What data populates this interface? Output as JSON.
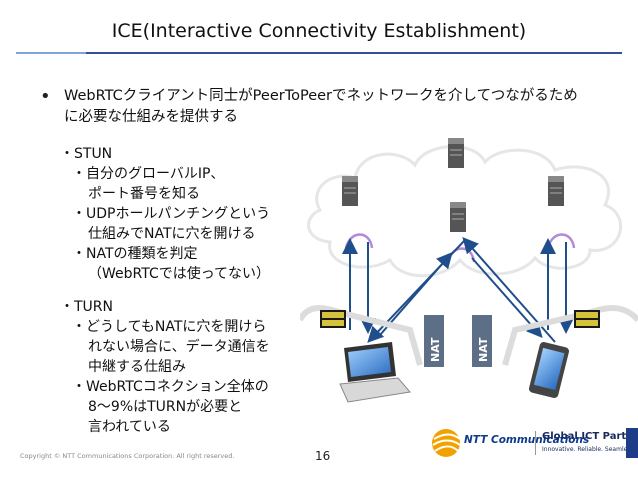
{
  "title": "ICE(Interactive Connectivity Establishment)",
  "intro": "WebRTCクライアント同士がPeerToPeerでネットワークを介してつながるために必要な仕組みを提供する",
  "lines": {
    "stun_heading": "・STUN",
    "stun_1a": "・自分のグローバルIP、",
    "stun_1b": "ポート番号を知る",
    "stun_2a": "・UDPホールパンチングという",
    "stun_2b": "仕組みでNATに穴を開ける",
    "stun_3": "・NATの種類を判定",
    "stun_3note": "（WebRTCでは使ってない）",
    "turn_heading": "・TURN",
    "turn_1a": "・どうしてもNATに穴を開けら",
    "turn_1b": "れない場合に、データ通信を",
    "turn_1c": "中継する仕組み",
    "turn_2a": "・WebRTCコネクション全体の",
    "turn_2b": "8～9%はTURNが必要と",
    "turn_2c": "言われている"
  },
  "diagram": {
    "nat_label_1": "NAT",
    "nat_label_2": "NAT"
  },
  "footer": {
    "copyright": "Copyright © NTT Communications Corporation. All right reserved.",
    "page": "16",
    "logo_company": "NTT Communications",
    "logo_partner": "Global ICT Partner",
    "logo_tagline": "Innovative. Reliable. Seamless."
  },
  "colors": {
    "title_rule": "#2f4f9a",
    "arrow": "#1f4e8c",
    "nat_box": "#5c6f86"
  }
}
